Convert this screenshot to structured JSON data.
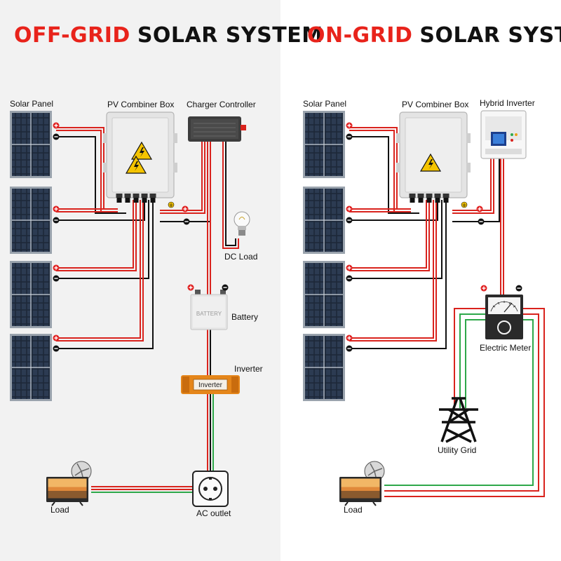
{
  "left": {
    "title_accent": "OFF-GRID",
    "title_rest": "SOLAR SYSTEM",
    "labels": {
      "solar_panel": "Solar Panel",
      "combiner": "PV Combiner Box",
      "controller": "Charger Controller",
      "dc_load": "DC Load",
      "battery": "Battery",
      "battery_text": "BATTERY",
      "inverter": "Inverter",
      "inverter_text": "Inverter",
      "load": "Load",
      "ac_outlet": "AC outlet"
    }
  },
  "right": {
    "title_accent": "ON-GRID",
    "title_rest": "SOLAR SYSTEM",
    "labels": {
      "solar_panel": "Solar Panel",
      "combiner": "PV Combiner Box",
      "hybrid": "Hybrid Inverter",
      "meter": "Electric Meter",
      "grid": "Utility Grid",
      "load": "Load"
    }
  },
  "colors": {
    "accent": "#e8231b",
    "title": "#111111",
    "wire_red": "#d9231d",
    "wire_green": "#2ea84a",
    "wire_black": "#111111",
    "inverter_orange": "#e5861a"
  },
  "icons": [
    "solar-panel-icon",
    "combiner-box-icon",
    "charge-controller-icon",
    "light-bulb-icon",
    "battery-icon",
    "inverter-icon",
    "tv-icon",
    "fan-icon",
    "ac-outlet-icon",
    "hybrid-inverter-icon",
    "electric-meter-icon",
    "transmission-tower-icon",
    "warning-icon",
    "ground-icon"
  ]
}
